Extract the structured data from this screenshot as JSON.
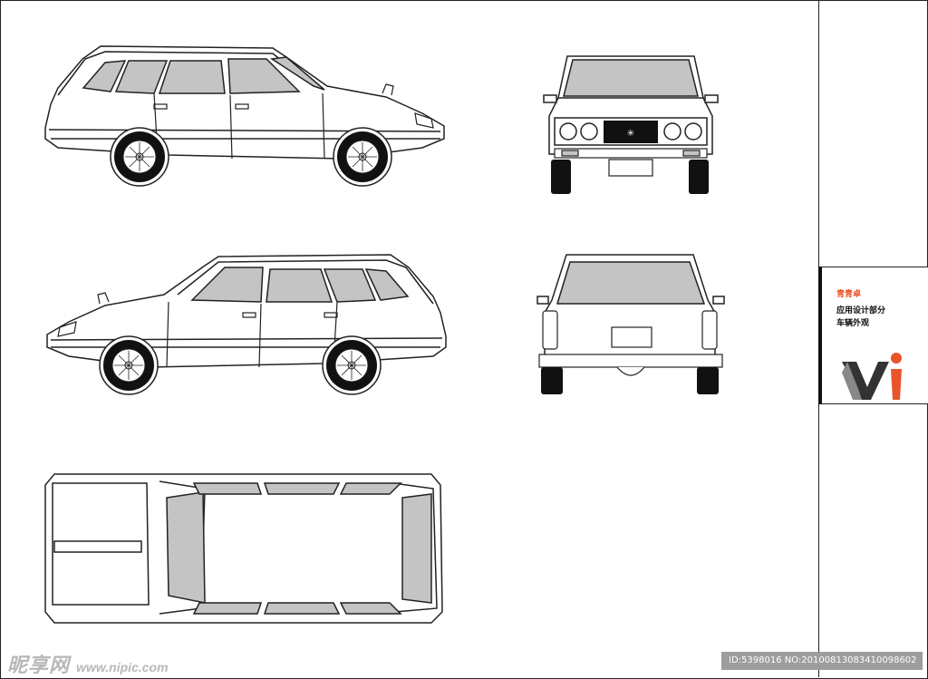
{
  "brand": {
    "name": "青青卓",
    "subtitle_line1": "应用设计部分",
    "subtitle_line2": "车辆外观",
    "logo_text": "Vi",
    "accent_color": "#e8552a",
    "dark_color": "#333333"
  },
  "watermark": {
    "site_name": "昵享网",
    "url": "www.nipic.com"
  },
  "image_id_text": "ID:5398016 NO:20100813083410098602",
  "colors": {
    "glass": "#c4c4c4",
    "outline": "#222222",
    "tire": "#111111"
  }
}
